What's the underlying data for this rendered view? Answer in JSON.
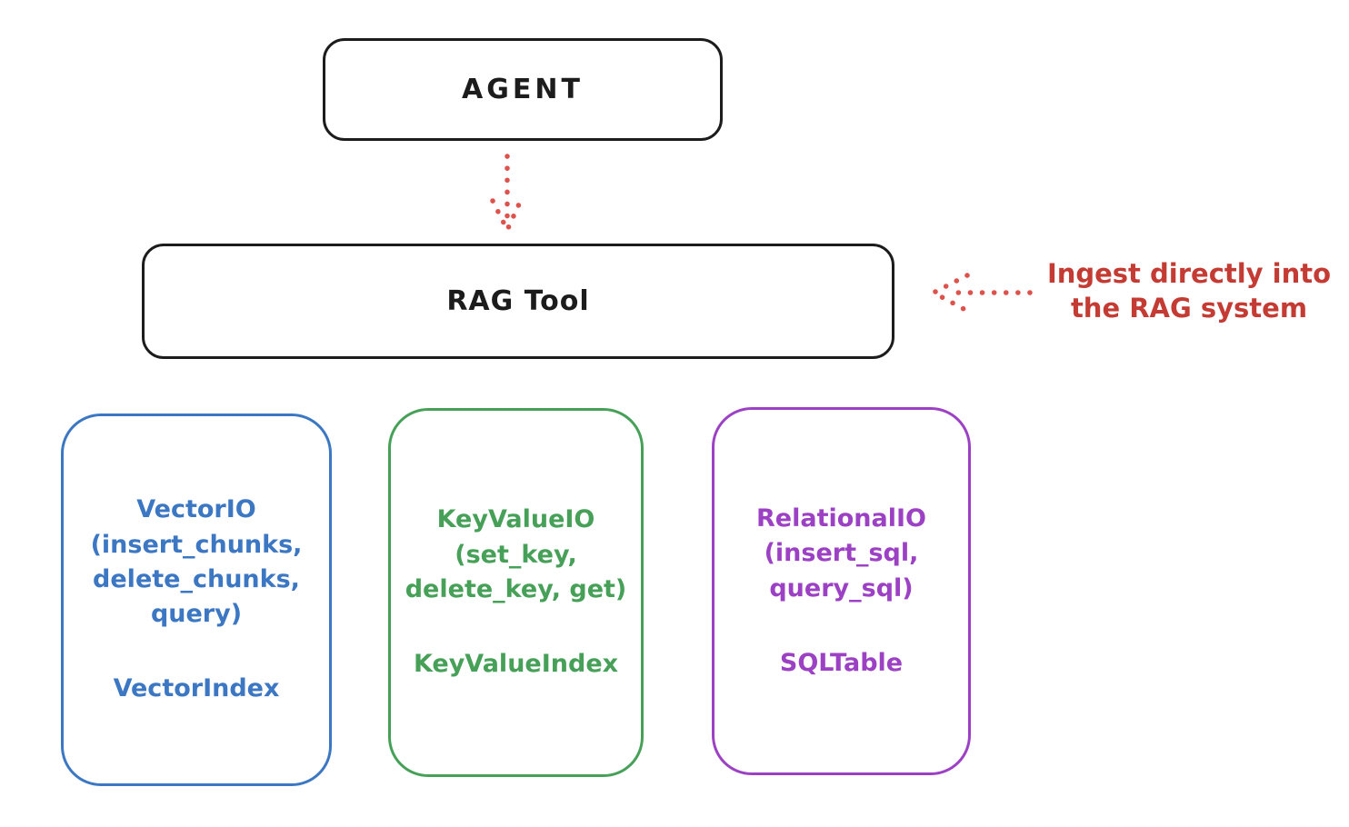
{
  "diagram": {
    "nodes": {
      "agent": {
        "label": "AGENT"
      },
      "rag_tool": {
        "label": "RAG Tool"
      },
      "vector": {
        "io": "VectorIO\n(insert_chunks,\ndelete_chunks,\nquery)",
        "index": "VectorIndex",
        "color": "#3b77c2"
      },
      "keyvalue": {
        "io": "KeyValueIO\n(set_key,\ndelete_key, get)",
        "index": "KeyValueIndex",
        "color": "#46a057"
      },
      "relational": {
        "io": "RelationalIO\n(insert_sql,\nquery_sql)",
        "index": "SQLTable",
        "color": "#9c41c4"
      }
    },
    "annotation": {
      "text": "Ingest directly into\nthe RAG system",
      "color": "#c43b33"
    },
    "colors": {
      "outline": "#1c1c1c",
      "arrow_red": "#dd524a",
      "background": "#ffffff"
    }
  }
}
